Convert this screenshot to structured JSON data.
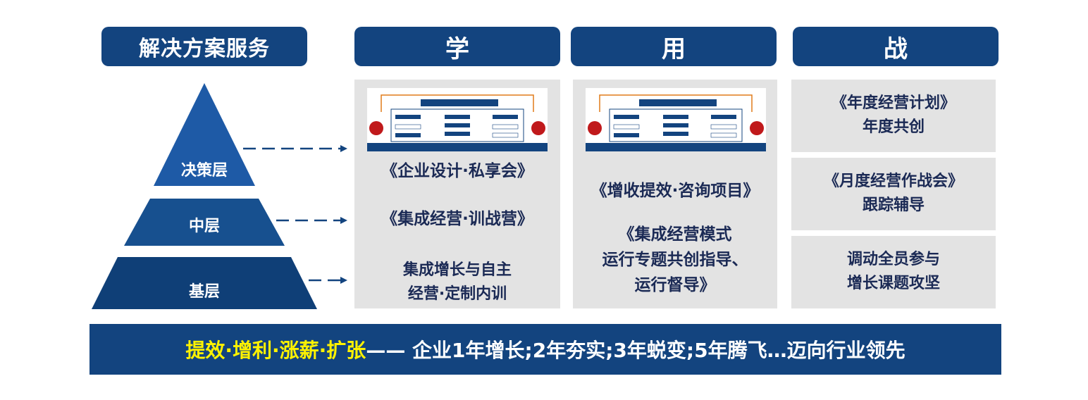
{
  "headers": {
    "main": "解决方案服务",
    "col1": "学",
    "col2": "用",
    "col3": "战"
  },
  "pyramid": {
    "top": "决策层",
    "middle": "中层",
    "bottom": "基层"
  },
  "col1": {
    "item1": "《企业设计·私享会》",
    "item2": "《集成经营·训战营》",
    "item3_line1": "集成增长与自主",
    "item3_line2": "经营·定制内训"
  },
  "col2": {
    "item1": "《增收提效·咨询项目》",
    "item2_line1": "《集成经营模式",
    "item2_line2": "运行专题共创指导、",
    "item2_line3": "运行督导》"
  },
  "col3": {
    "box1_line1": "《年度经营计划》",
    "box1_line2": "年度共创",
    "box2_line1": "《月度经营作战会》",
    "box2_line2": "跟踪辅导",
    "box3_line1": "调动全员参与",
    "box3_line2": "增长课题攻坚"
  },
  "footer": {
    "highlight": "提效·增利·涨薪·扩张",
    "rest": "—— 企业1年增长;2年夯实;3年蜕变;5年腾飞…迈向行业领先"
  },
  "colors": {
    "navy": "#13447f",
    "pyramid_top": "#1e5aa6",
    "pyramid_mid": "#17508f",
    "pyramid_bottom": "#0f3f77",
    "panel_gray": "#e3e3e3",
    "highlight_yellow": "#fff200"
  }
}
